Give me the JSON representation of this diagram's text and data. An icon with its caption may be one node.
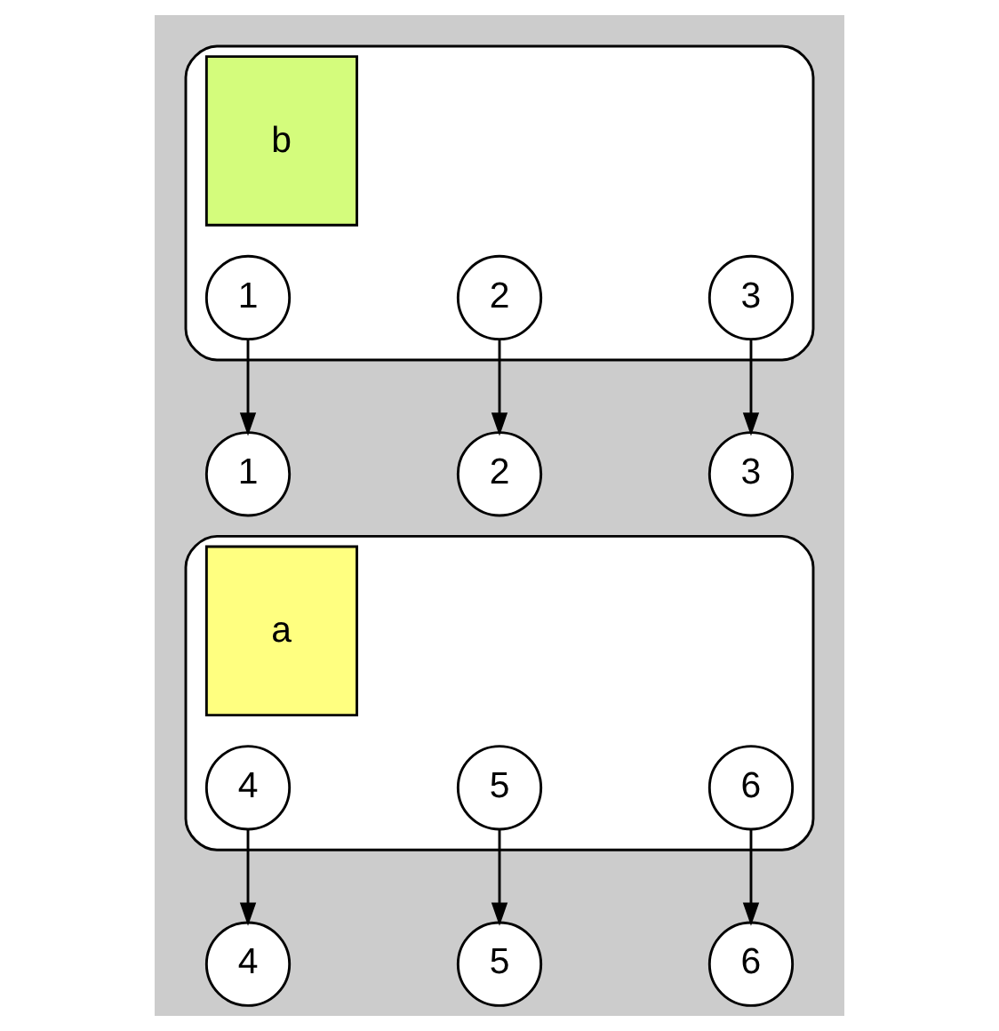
{
  "diagram": {
    "nodes": [
      {
        "text": [
          "b"
        ]
      },
      {
        "text": [
          "1"
        ],
        "in": 0
      },
      {
        "text": [
          "2"
        ],
        "in": 0
      },
      {
        "text": [
          "3"
        ],
        "in": 0
      },
      {
        "text": [
          "1"
        ]
      },
      {
        "text": [
          "2"
        ]
      },
      {
        "text": [
          "3"
        ]
      },
      {
        "text": [
          "a"
        ]
      },
      {
        "text": [
          "4"
        ],
        "in": 7
      },
      {
        "text": [
          "5"
        ],
        "in": 7
      },
      {
        "text": [
          "6"
        ],
        "in": 7
      },
      {
        "text": [
          "4"
        ]
      },
      {
        "text": [
          "5"
        ]
      },
      {
        "text": [
          "6"
        ]
      }
    ],
    "edges": [
      {
        "from": 1,
        "to": 4,
        "arrow": "to"
      },
      {
        "from": 2,
        "to": 5,
        "arrow": "to"
      },
      {
        "from": 3,
        "to": 6,
        "arrow": "to"
      },
      {
        "from": 8,
        "to": 11,
        "arrow": "to"
      },
      {
        "from": 9,
        "to": 12,
        "arrow": "to"
      },
      {
        "from": 10,
        "to": 13,
        "arrow": "to"
      }
    ]
  }
}
